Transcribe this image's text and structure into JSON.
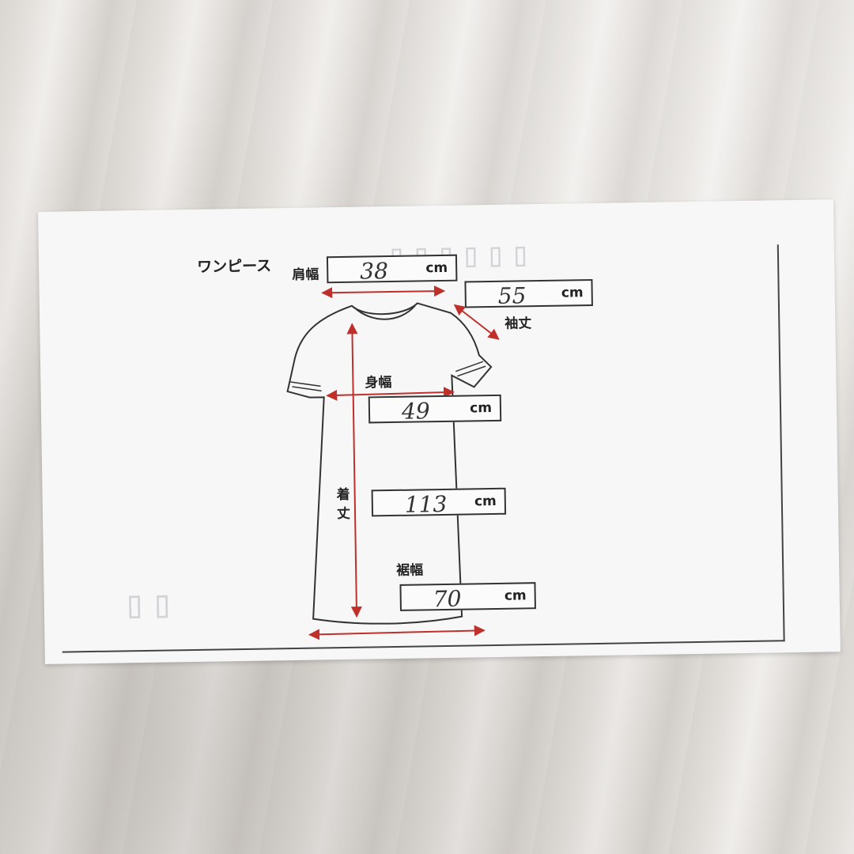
{
  "sheet": {
    "title": "ワンピース",
    "unit": "cm"
  },
  "measurements": [
    {
      "key": "shoulder",
      "label": "肩幅",
      "value": "38"
    },
    {
      "key": "sleeve",
      "label": "袖丈",
      "value": "55"
    },
    {
      "key": "chest",
      "label": "身幅",
      "value": "49"
    },
    {
      "key": "length",
      "label": "着丈",
      "value": "113"
    },
    {
      "key": "hem",
      "label": "裾幅",
      "value": "70"
    }
  ],
  "colors": {
    "arrow": "#c0302a",
    "line": "#333333",
    "paper": "#f7f7f8"
  }
}
